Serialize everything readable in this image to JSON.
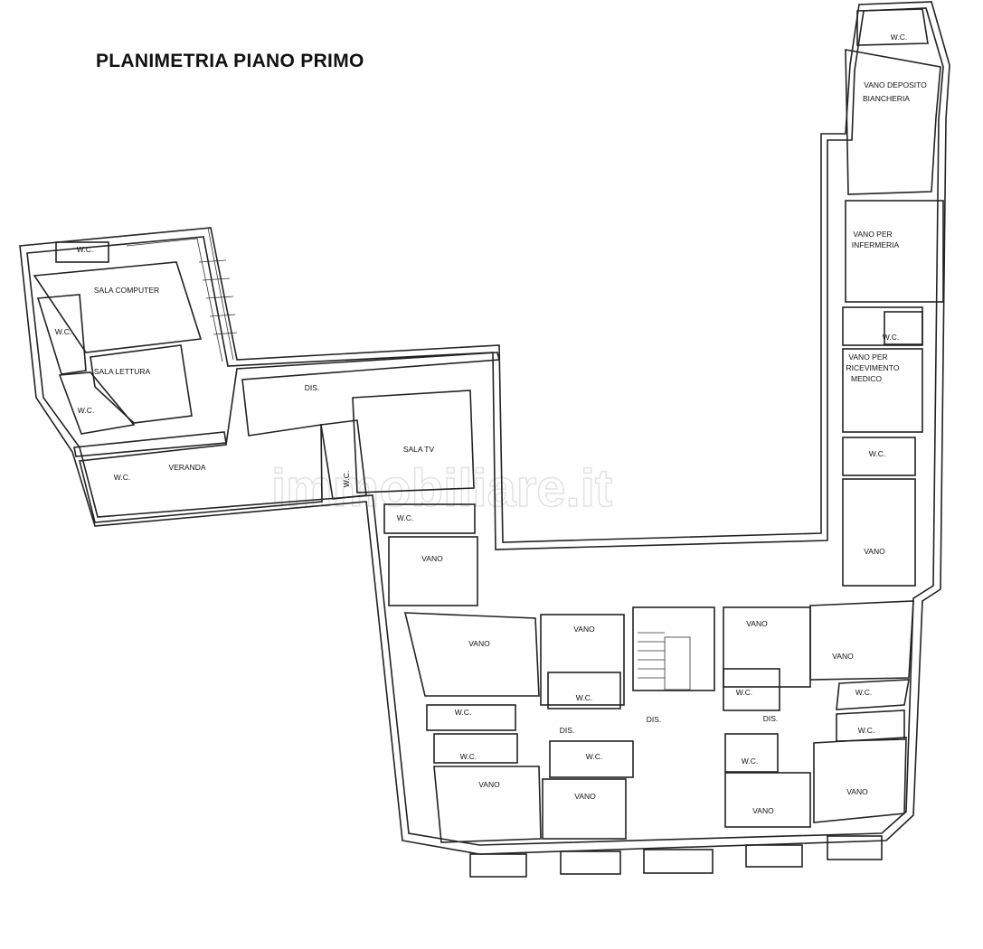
{
  "title": "PLANIMETRIA PIANO PRIMO",
  "watermark": "immobiliare.it",
  "colors": {
    "lines": "#222222",
    "background": "#ffffff"
  },
  "rooms": {
    "west": [
      "W.C.",
      "SALA COMPUTER",
      "W.C.",
      "SALA LETTURA",
      "W.C.",
      "DIS.",
      "SALA TV",
      "W.C.",
      "VERANDA",
      "W.C.",
      "W.C.",
      "VANO"
    ],
    "east": [
      "W.C.",
      "VANO DEPOSITO",
      "BIANCHERIA",
      "VANO PER",
      "INFERMERIA",
      "W.C.",
      "VANO PER",
      "RICEVIMENTO",
      "MEDICO",
      "W.C.",
      "VANO"
    ],
    "south": [
      "VANO",
      "VANO",
      "W.C.",
      "W.C.",
      "DIS.",
      "W.C.",
      "W.C.",
      "VANO",
      "VANO",
      "DIS.",
      "VANO",
      "W.C.",
      "DIS.",
      "W.C.",
      "VANO",
      "VANO",
      "W.C.",
      "W.C.",
      "VANO"
    ]
  }
}
